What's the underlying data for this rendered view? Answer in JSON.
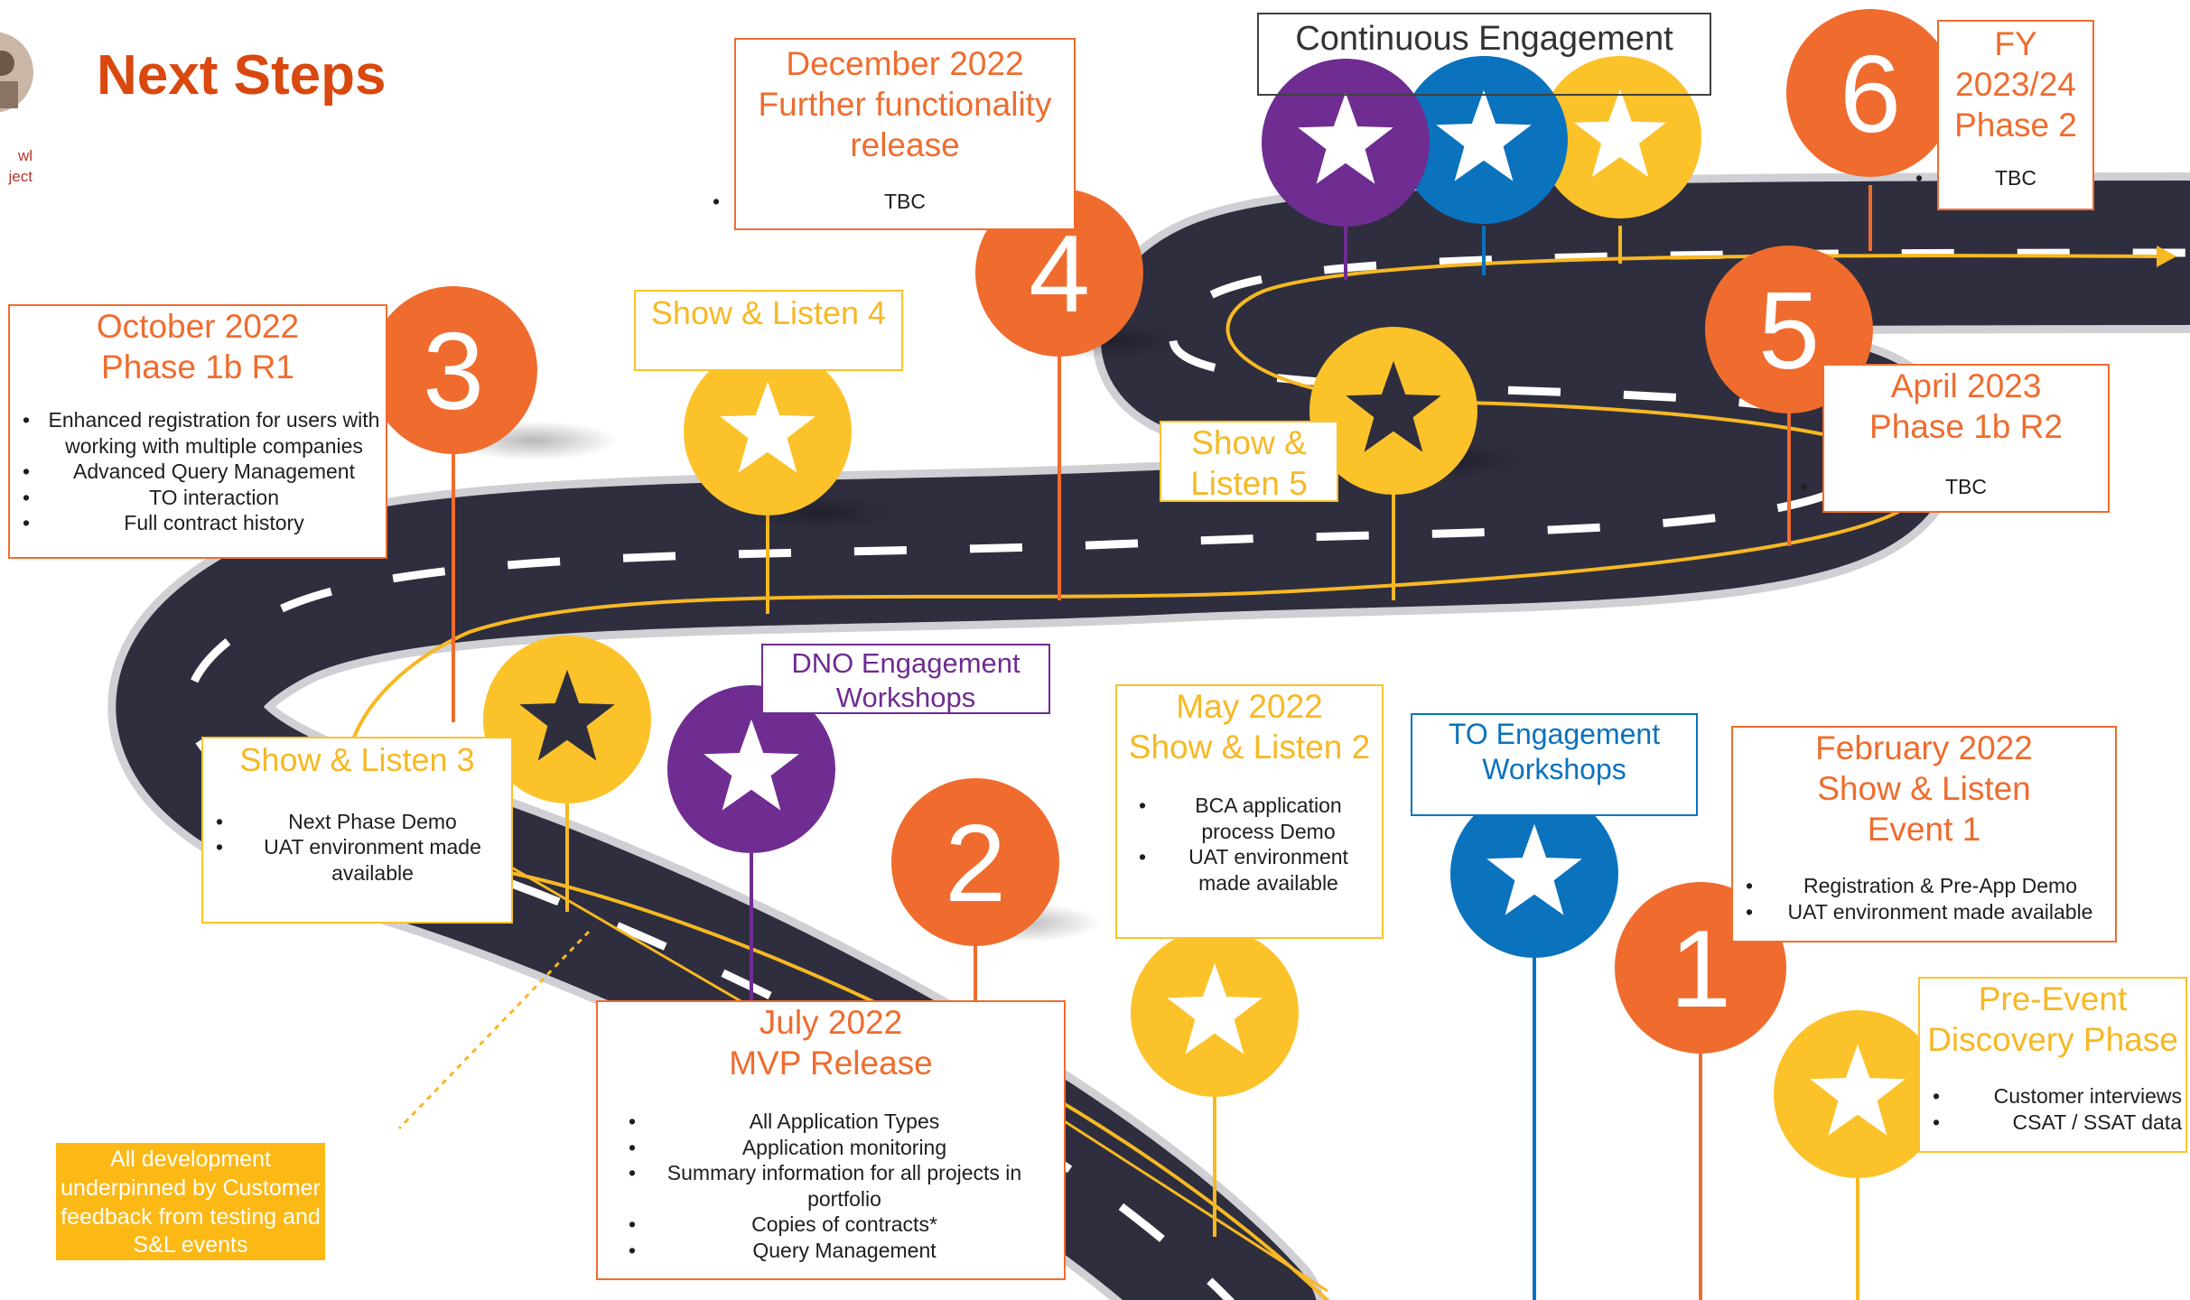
{
  "header": {
    "title": "Next Steps",
    "caption_line1": "wl",
    "caption_line2": "ject"
  },
  "colors": {
    "orange": "#ef6c2e",
    "yellow": "#fcc22a",
    "purple": "#6f2c91",
    "blue": "#0b72bd",
    "road": "#2e2e3e"
  },
  "milestones": {
    "m1": {
      "number": "1",
      "title_lines": [
        "February 2022",
        "Show & Listen",
        "Event 1"
      ],
      "bullets": [
        "Registration & Pre-App Demo",
        "UAT environment made available"
      ]
    },
    "m2": {
      "number": "2",
      "title_lines": [
        "July 2022",
        "MVP Release"
      ],
      "bullets": [
        "All Application Types",
        "Application monitoring",
        "Summary information for all projects in portfolio",
        "Copies of contracts*",
        "Query Management"
      ]
    },
    "m3": {
      "number": "3",
      "title_lines": [
        "October 2022",
        "Phase 1b R1"
      ],
      "bullets": [
        "Enhanced registration for users with working with multiple companies",
        "Advanced Query Management",
        "TO interaction",
        "Full contract history"
      ]
    },
    "m4": {
      "number": "4",
      "title_lines": [
        "December 2022",
        "Further functionality",
        "release"
      ],
      "bullets": [
        "TBC"
      ]
    },
    "m5": {
      "number": "5",
      "title_lines": [
        "April 2023",
        "Phase 1b R2"
      ],
      "bullets": [
        "TBC"
      ]
    },
    "m6": {
      "number": "6",
      "title_lines": [
        "FY",
        "2023/24",
        "Phase 2"
      ],
      "bullets": [
        "TBC"
      ]
    }
  },
  "events": {
    "pre_event": {
      "title_lines": [
        "Pre-Event",
        "Discovery Phase"
      ],
      "bullets": [
        "Customer interviews",
        "CSAT / SSAT data"
      ]
    },
    "to_workshops": {
      "title_lines": [
        "TO Engagement",
        "Workshops"
      ]
    },
    "sl2": {
      "title_lines": [
        "May 2022",
        "Show & Listen 2"
      ],
      "bullets": [
        "BCA application process Demo",
        "UAT environment made available"
      ]
    },
    "dno_workshops": {
      "title_lines": [
        "DNO Engagement",
        "Workshops"
      ]
    },
    "sl3": {
      "title": "Show & Listen 3",
      "bullets": [
        "Next Phase Demo",
        "UAT environment made available"
      ]
    },
    "sl4": {
      "title": "Show & Listen 4"
    },
    "sl5": {
      "title_lines": [
        "Show &",
        "Listen 5"
      ]
    },
    "continuous": {
      "title": "Continuous Engagement"
    }
  },
  "note": {
    "text": "All development underpinned by Customer feedback from testing and S&L events"
  }
}
